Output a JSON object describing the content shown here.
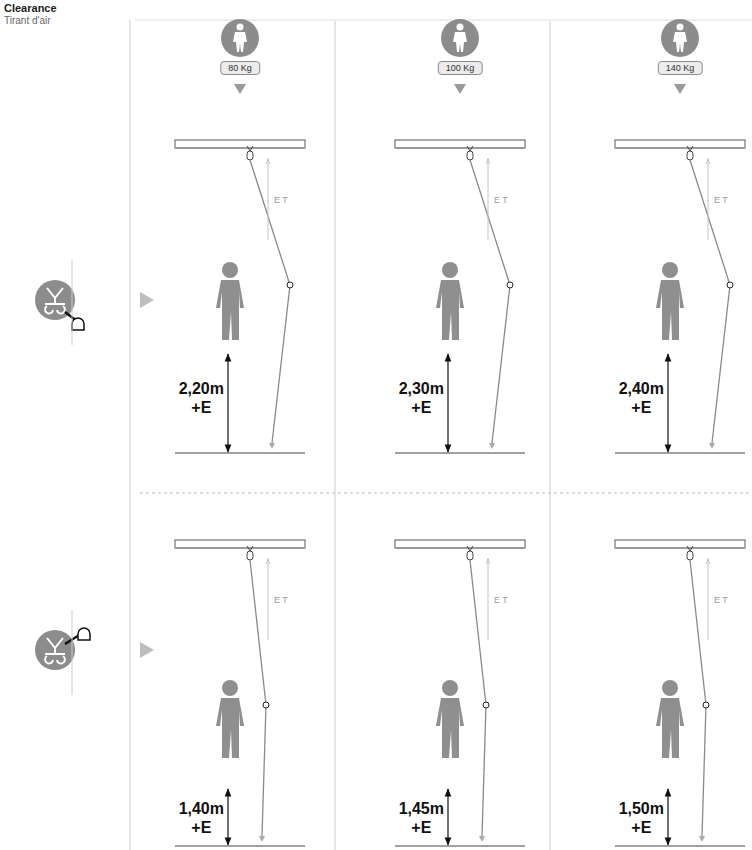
{
  "diagram": {
    "nodes": [
      {
        "text": [
          "80 Kg"
        ]
      },
      {
        "text": [
          "100 Kg"
        ]
      },
      {
        "text": [
          "140 Kg"
        ]
      }
    ],
    "labels": [
      "Clearance",
      "Tirant d'air",
      "E T",
      "2,20m +E",
      "E T",
      "2,30m +E",
      "E T",
      "2,40m +E",
      "E T",
      "1,40m +E",
      "E T",
      "1,45m +E",
      "E T",
      "1,50m +E"
    ]
  }
}
